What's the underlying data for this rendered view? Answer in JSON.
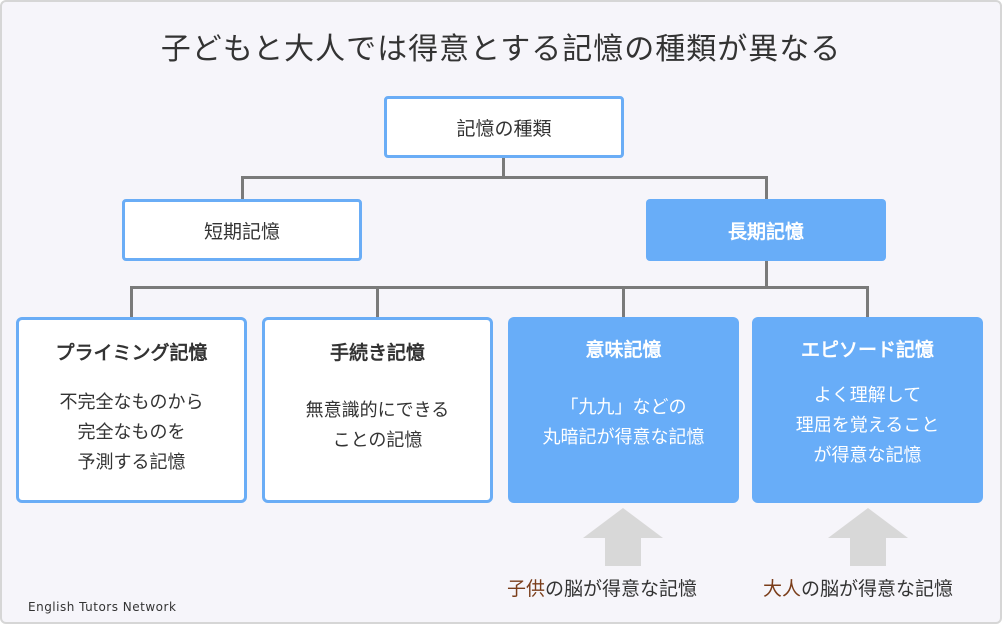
{
  "title": "子どもと大人では得意とする記憶の種類が異なる",
  "root": {
    "label": "記憶の種類"
  },
  "branches": [
    {
      "label": "短期記憶"
    },
    {
      "label": "長期記憶"
    }
  ],
  "leaves": [
    {
      "title": "プライミング記憶",
      "lines": [
        "不完全なものから",
        "完全なものを",
        "予測する記憶"
      ]
    },
    {
      "title": "手続き記憶",
      "lines": [
        "無意識的にできる",
        "ことの記憶"
      ]
    },
    {
      "title": "意味記憶",
      "lines": [
        "「九九」などの",
        "丸暗記が得意な記憶"
      ]
    },
    {
      "title": "エピソード記憶",
      "lines": [
        "よく理解して",
        "理屈を覚えること",
        "が得意な記憶"
      ]
    }
  ],
  "captions": [
    {
      "highlight": "子供",
      "rest": "の脳が得意な記憶"
    },
    {
      "highlight": "大人",
      "rest": "の脳が得意な記憶"
    }
  ],
  "footer": "English Tutors Network",
  "colors": {
    "accent": "#68adf8",
    "outline": "#6aadf6",
    "connector": "#7a7a7a",
    "arrow": "#d8d8d8",
    "highlight": "#7a3d1a"
  }
}
